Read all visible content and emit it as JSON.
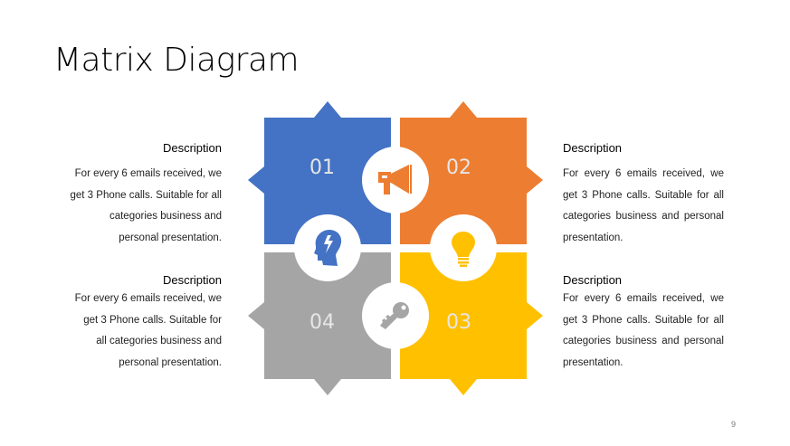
{
  "title": "Matrix Diagram",
  "page_number": "9",
  "blocks": [
    {
      "number": "01",
      "color": "#4472C4",
      "icon": "brain-head-icon"
    },
    {
      "number": "02",
      "color": "#ED7D31",
      "icon": "megaphone-icon"
    },
    {
      "number": "03",
      "color": "#FFC000",
      "icon": "lightbulb-icon"
    },
    {
      "number": "04",
      "color": "#A5A5A5",
      "icon": "key-icon"
    }
  ],
  "descriptions": {
    "top_left": {
      "heading": "Description",
      "lines": [
        "For every 6 emails received, we",
        "get 3 Phone calls. Suitable for all",
        "categories business and",
        "personal presentation."
      ]
    },
    "bottom_left": {
      "heading": "Description",
      "lines": [
        "For every 6 emails received, we",
        "get 3 Phone calls. Suitable for",
        "all categories business and",
        "personal presentation."
      ]
    },
    "top_right": {
      "heading": "Description",
      "lines": [
        "For every 6 emails received, we",
        "get 3 Phone calls. Suitable for all",
        "categories business and personal",
        "presentation."
      ]
    },
    "bottom_right": {
      "heading": "Description",
      "lines": [
        "For every 6 emails received, we",
        "get 3 Phone calls. Suitable for all",
        "categories business and personal",
        "presentation."
      ]
    }
  }
}
